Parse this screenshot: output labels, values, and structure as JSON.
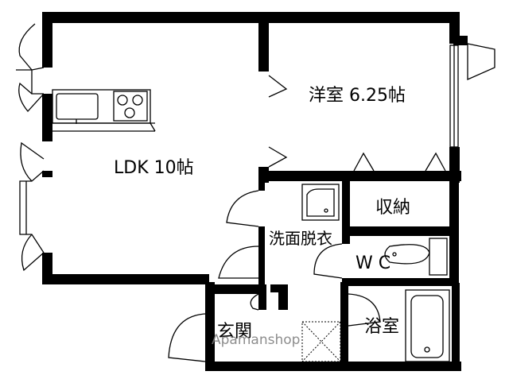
{
  "rooms": {
    "ldk": "LDK 10帖",
    "western": "洋室 6.25帖",
    "storage": "収納",
    "washroom": "洗面脱衣",
    "toilet": "W C",
    "bath": "浴室",
    "entrance": "玄関"
  },
  "watermark": "Apamanshop",
  "colors": {
    "wall": "#000000",
    "line": "#000000",
    "background": "#ffffff"
  }
}
